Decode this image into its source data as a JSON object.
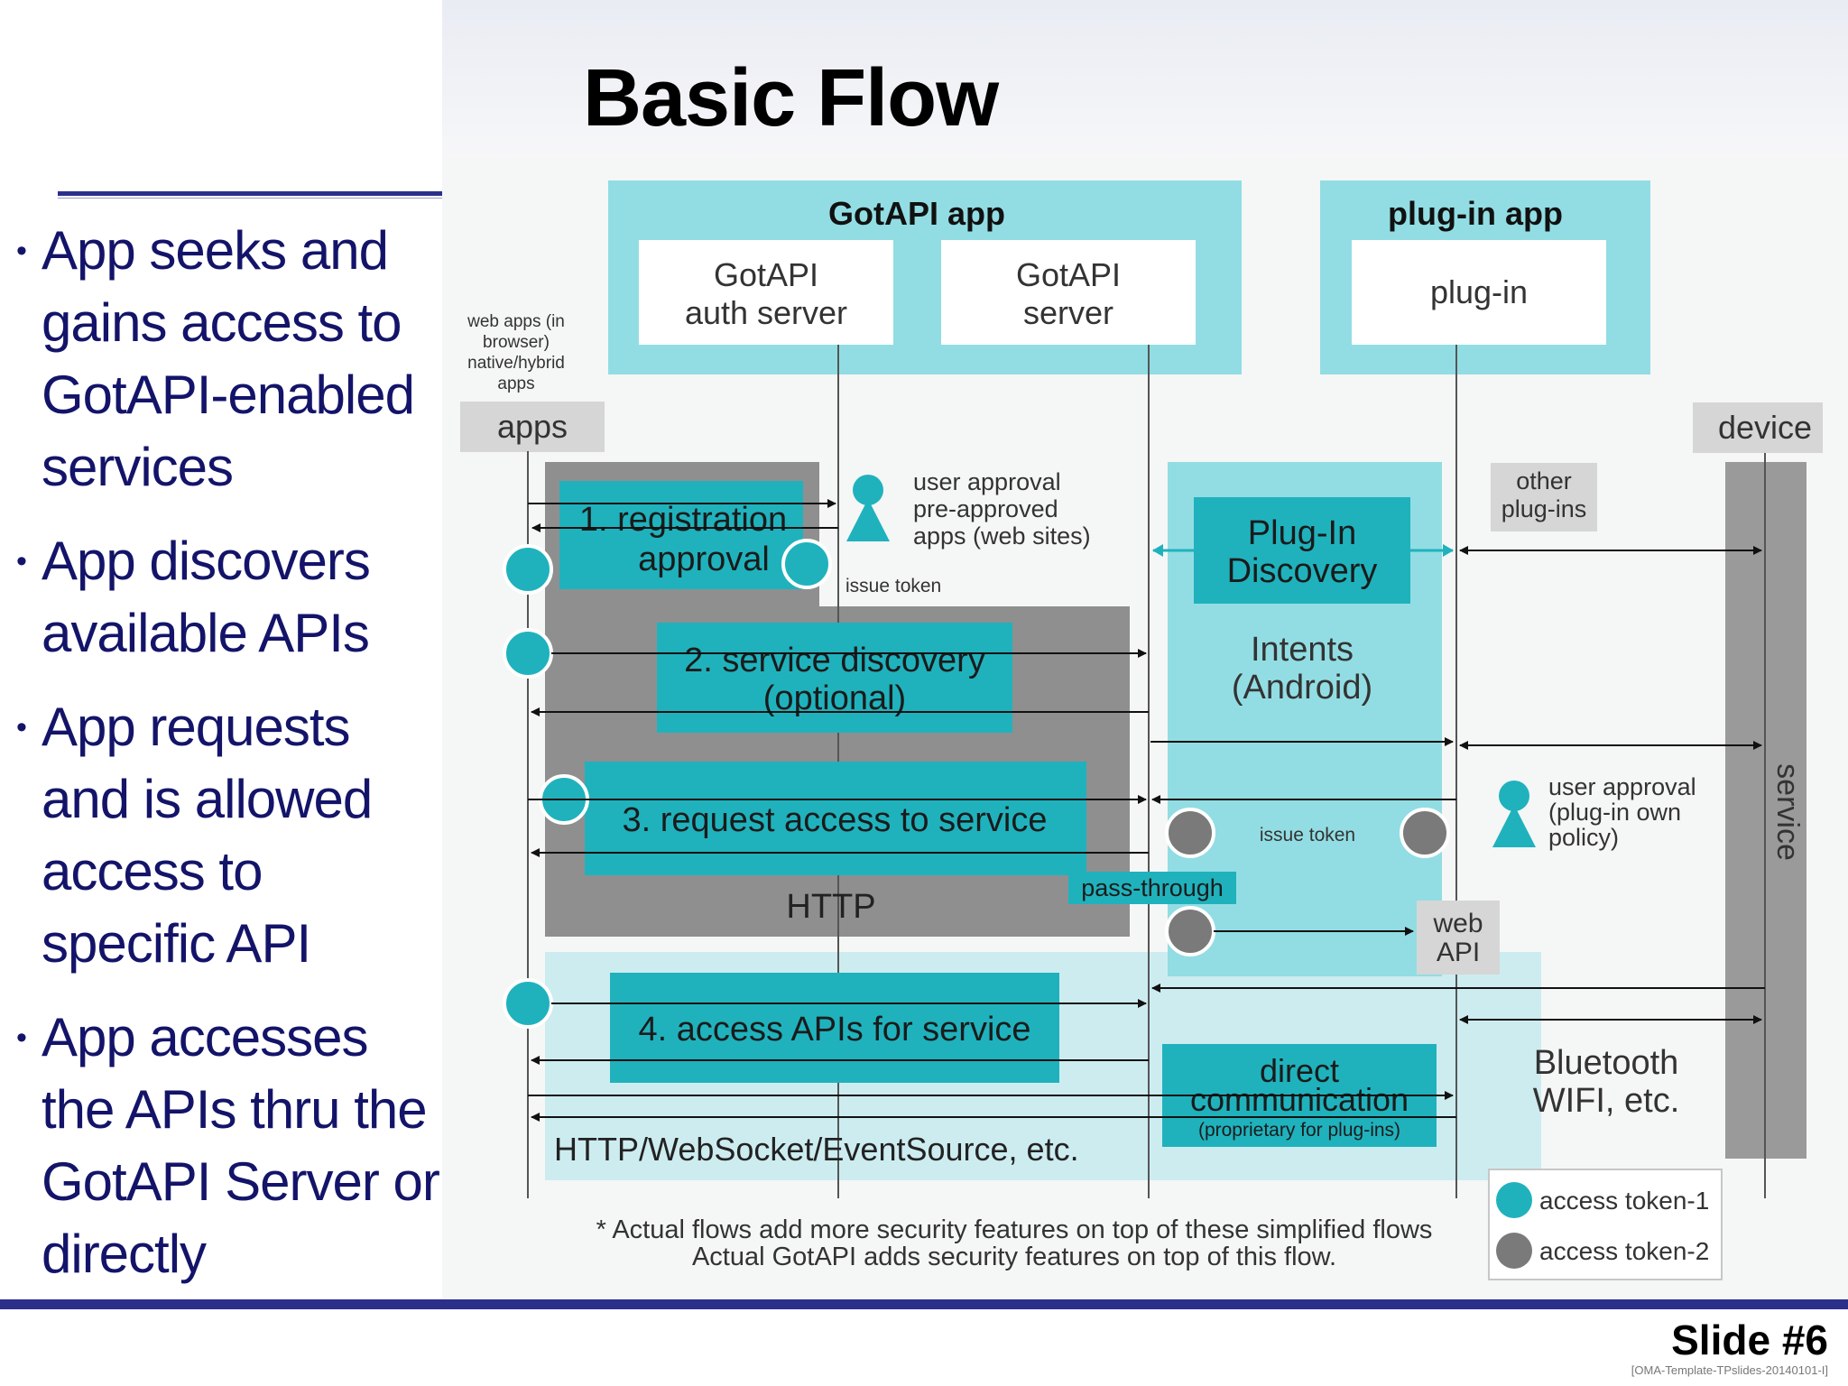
{
  "slide": {
    "title": "Basic Flow",
    "number_label": "Slide #6",
    "template_id": "[OMA-Template-TPslides-20140101-I]"
  },
  "bullets": [
    "App seeks and gains access to GotAPI-enabled services",
    "App discovers available APIs",
    "App requests and is allowed access to specific API",
    "App accesses the APIs thru the GotAPI Server or directly"
  ],
  "diagram": {
    "gotapi_app": "GotAPI app",
    "auth_server": [
      "GotAPI",
      "auth server"
    ],
    "gotapi_server": [
      "GotAPI",
      "server"
    ],
    "plugin_app": "plug-in app",
    "plugin": "plug-in",
    "web_apps_note": [
      "web apps (in",
      "browser)",
      "native/hybrid",
      "apps"
    ],
    "apps": "apps",
    "device": "device",
    "service": "service",
    "registration": [
      "1. registration",
      "approval"
    ],
    "user_approval_1": [
      "user approval",
      "pre-approved",
      "apps (web sites)"
    ],
    "issue_token": "issue token",
    "service_discovery": [
      "2. service discovery",
      "(optional)"
    ],
    "plugin_discovery": [
      "Plug-In",
      "Discovery"
    ],
    "intents": [
      "Intents",
      "(Android)"
    ],
    "other_plugins": [
      "other",
      "plug-ins"
    ],
    "request_access": "3. request access to service",
    "user_approval_2": [
      "user approval",
      "(plug-in own",
      "policy)"
    ],
    "pass_through": "pass-through",
    "http": "HTTP",
    "web_api": [
      "web",
      "API"
    ],
    "access_apis": "4. access APIs for service",
    "direct_comm": [
      "direct",
      "communication",
      "(proprietary for plug-ins)"
    ],
    "bluetooth": [
      "Bluetooth",
      "WIFI, etc."
    ],
    "protocols": "HTTP/WebSocket/EventSource, etc.",
    "footnote_1": "* Actual flows add more security features on top of these simplified flows",
    "footnote_2": "Actual GotAPI adds security features on top of this flow.",
    "legend_token1": "access token-1",
    "legend_token2": "access token-2",
    "colors": {
      "teal": "#1fb2bd",
      "light_teal": "#92dde3",
      "pale_teal": "#c9edf0",
      "gray": "#8f8f8f",
      "light_gray": "#d6d6d6",
      "token2": "#7a7a7a"
    }
  }
}
